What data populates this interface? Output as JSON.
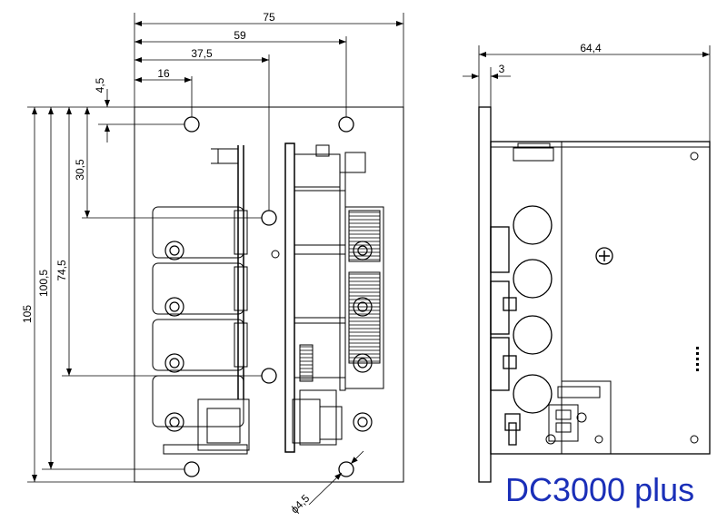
{
  "product_label": "DC3000 plus",
  "colors": {
    "product_label": "#1a2fb8",
    "line": "#000000",
    "background": "#ffffff"
  },
  "front_view": {
    "dimensions": {
      "total_width": "75",
      "hole_right_offset": "59",
      "center_hole_offset": "37,5",
      "hole_left_offset": "16",
      "top_margin": "4,5",
      "center_hole_vertical": "30,5",
      "lower_hole_vertical": "74,5",
      "hole_vertical_span": "100,5",
      "total_height": "105",
      "hole_diameter": "ϕ4,5"
    }
  },
  "side_view": {
    "dimensions": {
      "total_depth": "64,4",
      "panel_thickness": "3"
    }
  }
}
